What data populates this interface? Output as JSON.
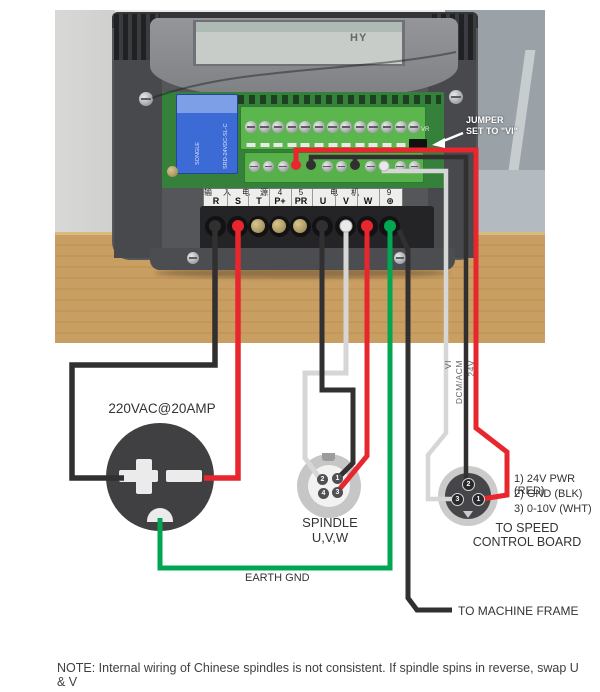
{
  "photo": {
    "hy_logo": "HY",
    "jumper_label_line1": "JUMPER",
    "jumper_label_line2": "SET TO \"VI\"",
    "relay_brand": "SONGLE",
    "relay_model": "SRD-24VDC-SL-C",
    "vr_label": "VR",
    "terminal_strip": {
      "top": [
        "输",
        "入",
        "电",
        "源",
        "4",
        "5",
        "电",
        "机",
        "9"
      ],
      "bottom": [
        "R",
        "S",
        "T",
        "P+",
        "PR",
        "U",
        "V",
        "W",
        "⊕"
      ]
    }
  },
  "diagram": {
    "outlet_label": "220VAC@20AMP",
    "earth_label": "EARTH GND",
    "spindle": {
      "title": "SPINDLE",
      "subtitle": "U,V,W",
      "pin1": "1",
      "pin2": "2",
      "pin3": "3",
      "pin4": "4"
    },
    "speed": {
      "note1": "1) 24V PWR (RED)",
      "note2": "2) GND (BLK)",
      "note3": "3) 0-10V (WHT)",
      "title_line1": "TO SPEED",
      "title_line2": "CONTROL BOARD",
      "pin1": "1",
      "pin2": "2",
      "pin3": "3"
    },
    "wire_tags": {
      "vi": "VI",
      "dcm": "DCM/ACM",
      "v24": "24V"
    },
    "machine_frame_label": "TO MACHINE FRAME"
  },
  "note": "NOTE: Internal wiring of Chinese spindles is not consistent. If spindle spins in reverse, swap U & V",
  "colors": {
    "red": "#e8262d",
    "black": "#312f30",
    "green": "#00a651",
    "white_wire": "#d6d6d6",
    "wood": "#c89e63"
  }
}
